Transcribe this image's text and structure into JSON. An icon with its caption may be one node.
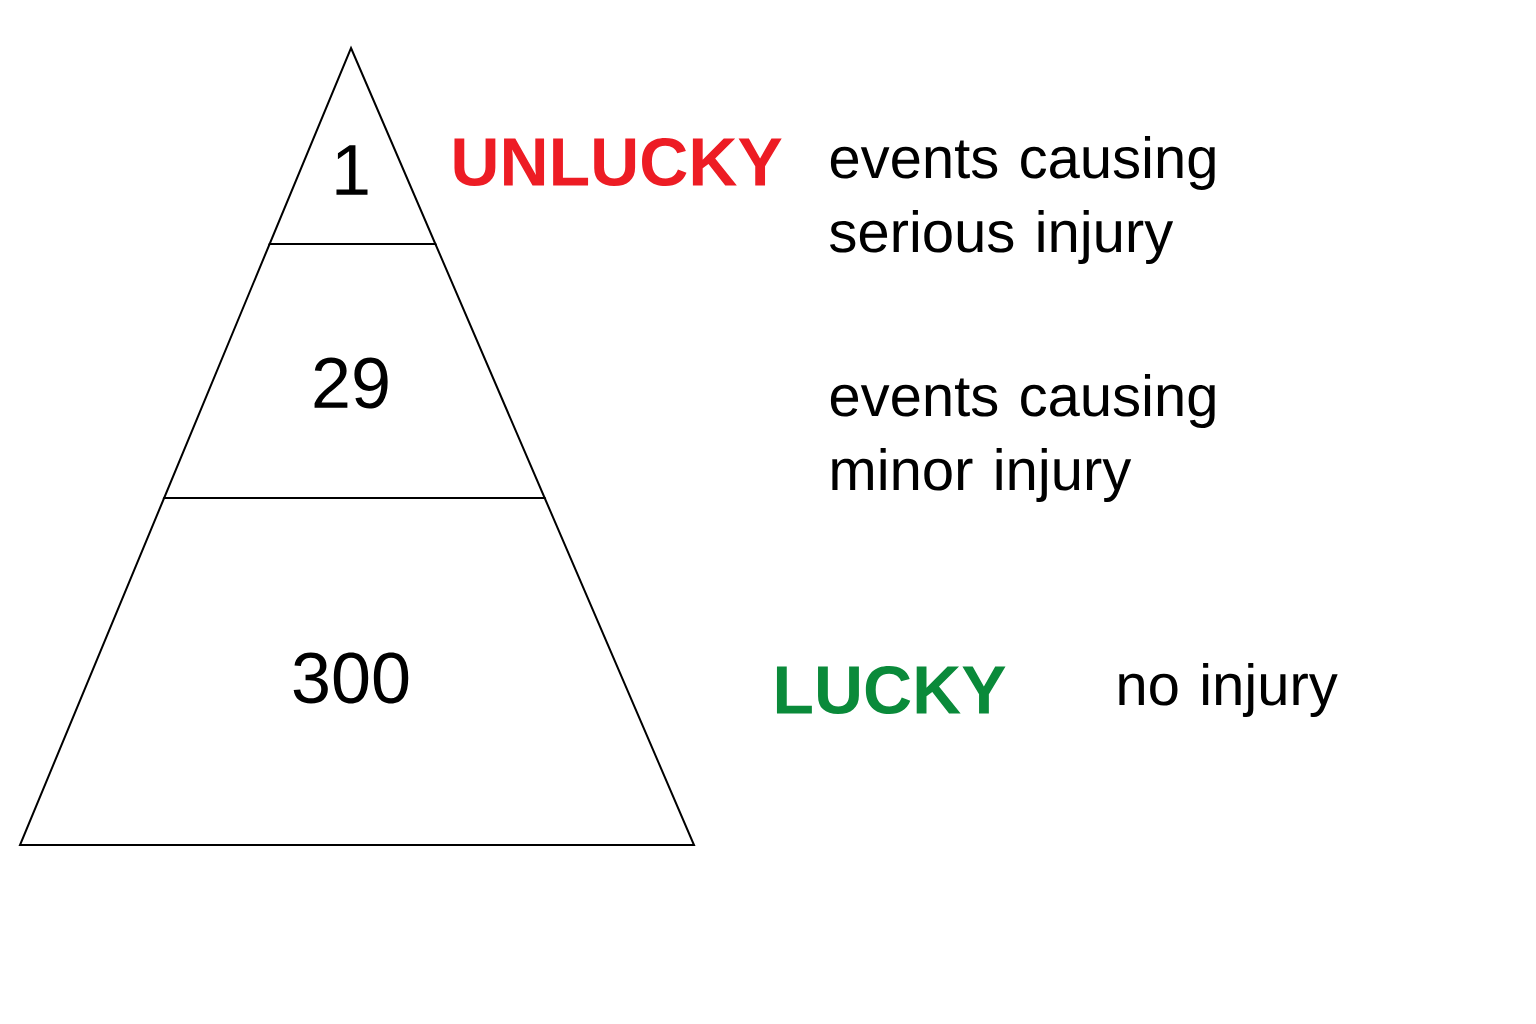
{
  "diagram": {
    "nodes": [
      {
        "text": [
          "1"
        ]
      },
      {
        "text": [
          "29"
        ]
      },
      {
        "text": [
          "300"
        ]
      }
    ],
    "edges": [],
    "labels": [
      "UNLUCKY",
      "events causing serious injury",
      "events causing minor injury",
      "LUCKY",
      "no injury"
    ]
  }
}
